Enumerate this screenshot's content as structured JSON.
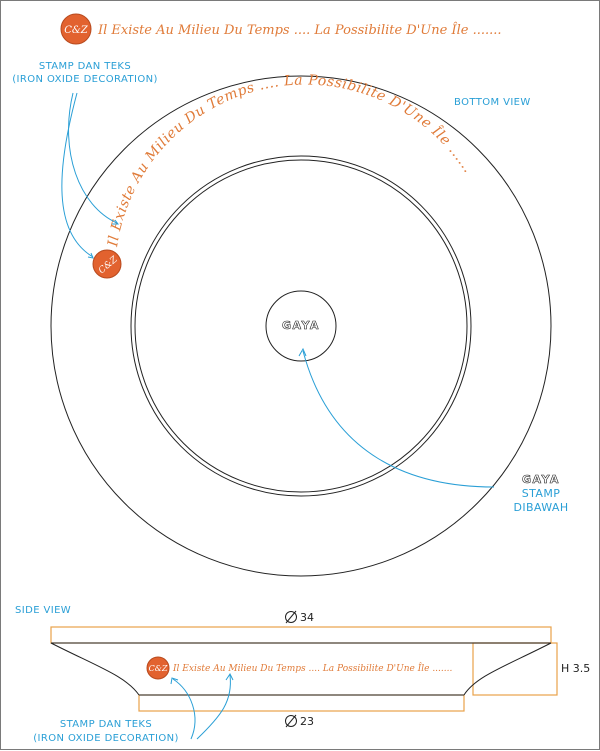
{
  "top_legend": {
    "stamp_text": "C&Z",
    "decoration_text": "Il Existe Au Milieu Du Temps .... La Possibilite D'Une Île ......."
  },
  "bottom_view": {
    "title": "BOTTOM VIEW",
    "callout_left": {
      "line1": "STAMP DAN TEKS",
      "line2": "(IRON OXIDE DECORATION)"
    },
    "arc_text": "Il Existe Au Milieu Du Temps .... La Possibilite D'Une Île ......",
    "stamp_text": "C&Z",
    "center_logo": "GAYA",
    "callout_right": {
      "logo": "GAYA",
      "line1": "STAMP",
      "line2": "DIBAWAH"
    }
  },
  "side_view": {
    "title": "SIDE VIEW",
    "top_diameter": "34",
    "bottom_diameter": "23",
    "height": "H 3.5",
    "decoration_text": "Il Existe Au Milieu Du Temps .... La Possibilite D'Une Île .......",
    "stamp_text": "C&Z",
    "callout": {
      "line1": "STAMP DAN TEKS",
      "line2": "(IRON OXIDE DECORATION)"
    }
  },
  "colors": {
    "callout_blue": "#2a9fd6",
    "decoration_orange": "#e07b39",
    "dimension_orange": "#e8a24a",
    "outline": "#222222"
  }
}
